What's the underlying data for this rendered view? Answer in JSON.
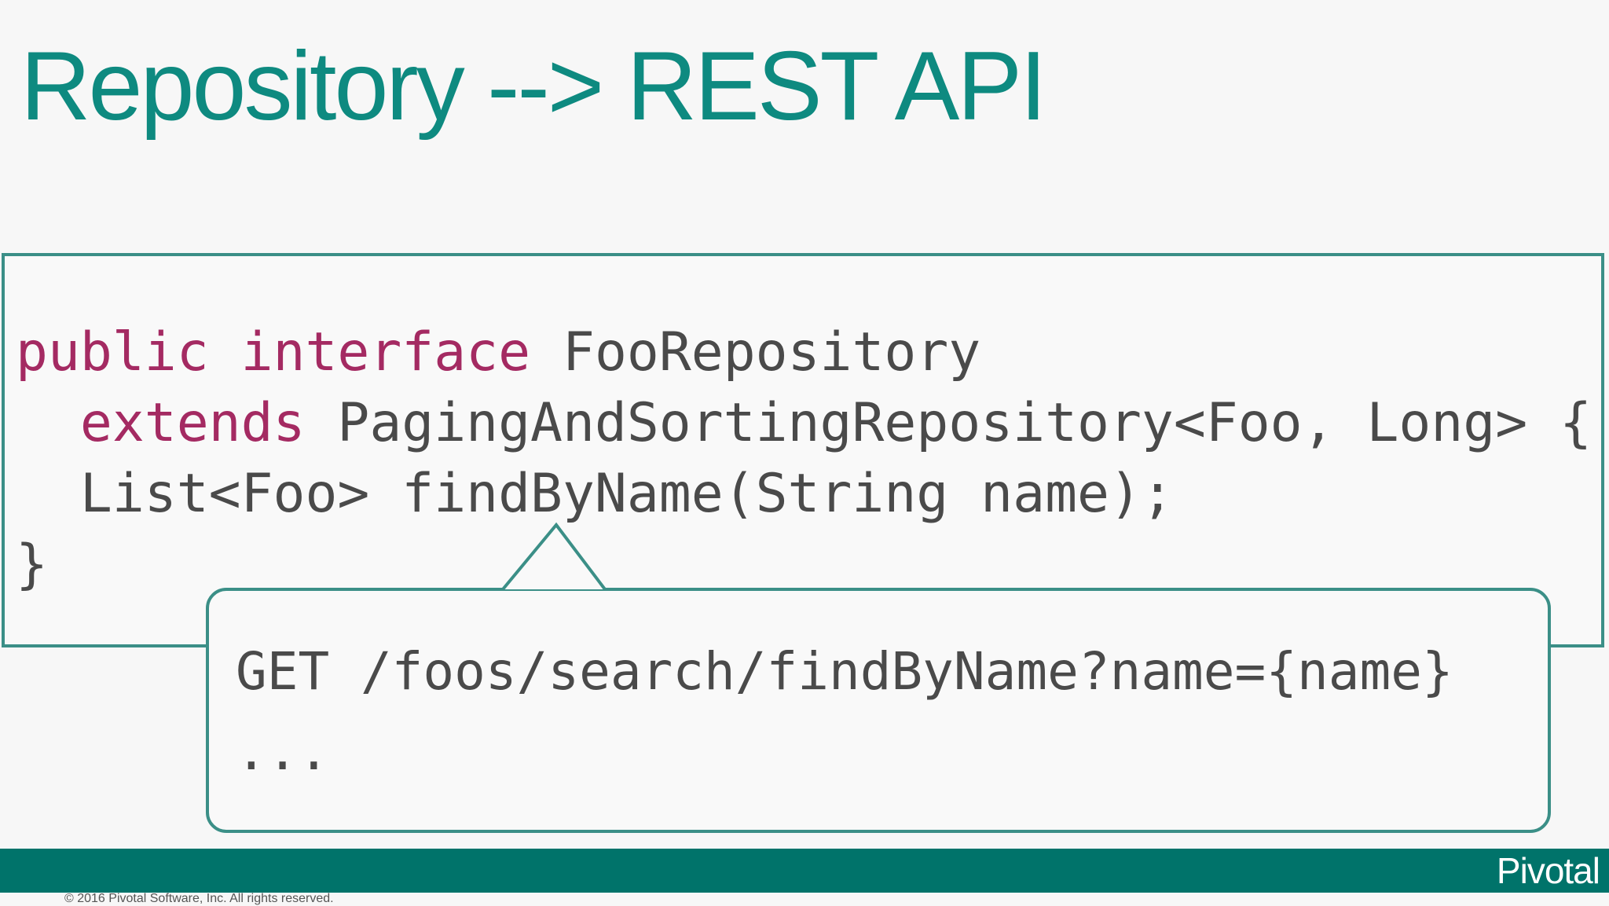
{
  "slide": {
    "title": "Repository --> REST API"
  },
  "code": {
    "line1": {
      "kw1": "public",
      "kw2": "interface",
      "rest": "FooRepository"
    },
    "line2": {
      "indent": "  ",
      "kw": "extends",
      "rest": " PagingAndSortingRepository<Foo, Long> {"
    },
    "line3": "  List<Foo> findByName(String name);",
    "line4": "}"
  },
  "callout": {
    "line1": "GET /foos/search/findByName?name={name}",
    "line2": "..."
  },
  "footer": {
    "brand": "Pivotal",
    "copyright": "© 2016 Pivotal Software, Inc.  All rights reserved."
  },
  "colors": {
    "title": "#0e8a80",
    "keyword": "#a42a62",
    "code_text": "#4a4a4a",
    "border": "#3b8f87",
    "footer_bar": "#00736a"
  }
}
